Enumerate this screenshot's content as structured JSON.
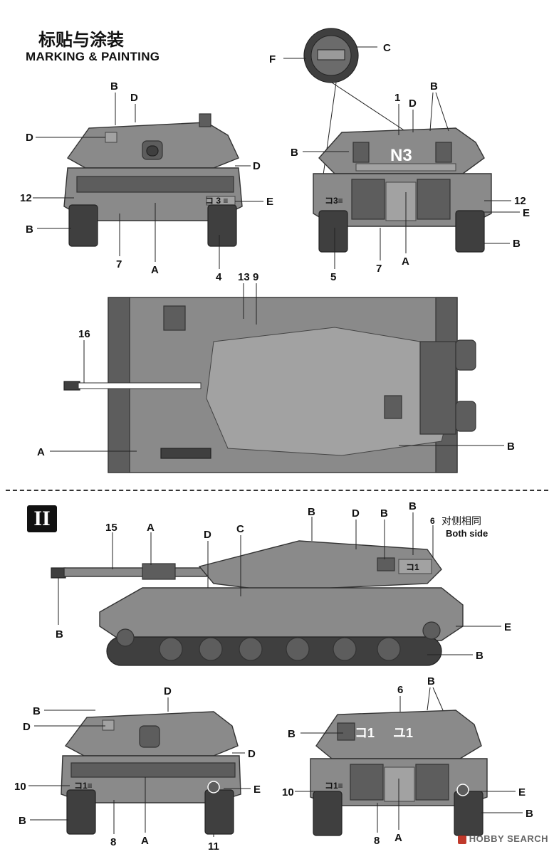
{
  "heading": {
    "title_cn": "标贴与涂装",
    "title_en": "MARKING & PAINTING"
  },
  "panel_two": {
    "number": "II",
    "note_cn": "对侧相同",
    "note_en": "Both side"
  },
  "decals": {
    "rear_top_right": "N3",
    "plate_3": "コ 3 ≡",
    "plate_3b": "コ3≡",
    "plate_1": "コ1≡",
    "turret_1a": "コ1",
    "turret_1b": "ユ1",
    "side_plate": "コ1"
  },
  "labels": {
    "A": "A",
    "B": "B",
    "C": "C",
    "D": "D",
    "E": "E",
    "F": "F",
    "n1": "1",
    "n4": "4",
    "n5": "5",
    "n6": "6",
    "n7": "7",
    "n8": "8",
    "n9": "9",
    "n10": "10",
    "n11": "11",
    "n12": "12",
    "n13": "13",
    "n15": "15",
    "n16": "16"
  },
  "watermark": "HOBBY SEARCH"
}
